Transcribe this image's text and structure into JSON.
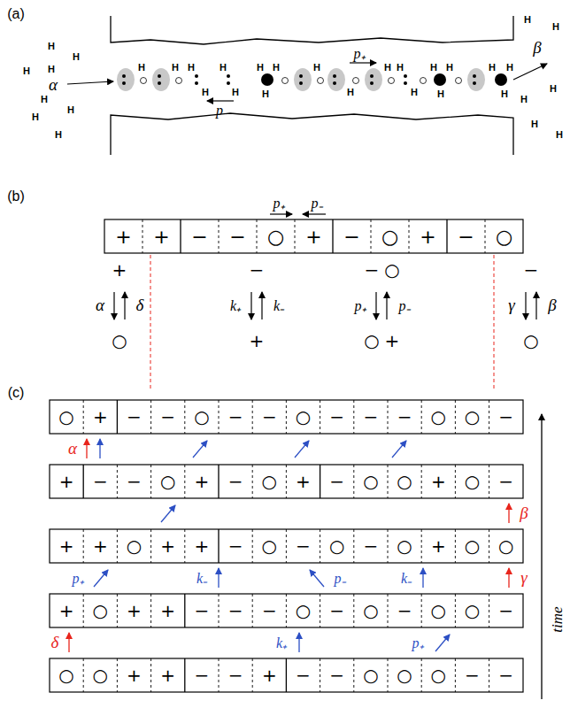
{
  "diagram": {
    "labels": [
      "(a)",
      "H",
      "H",
      "H",
      "H",
      "H",
      "H",
      "H",
      "H",
      "H",
      "H",
      "H",
      "H",
      "H",
      "H",
      "H",
      "H",
      "H",
      "H",
      "H",
      "H",
      "H",
      "H",
      "H",
      "H",
      "H",
      "H",
      "H",
      "H",
      "H",
      "H",
      "H",
      "H",
      "H",
      "H",
      "α",
      "β",
      "p₊",
      "p",
      "(b)",
      "+",
      "+",
      "−",
      "−",
      "○",
      "+",
      "−",
      "○",
      "+",
      "−",
      "○",
      "p₊",
      "p₋",
      "+",
      "α",
      "δ",
      "○",
      "−",
      "k₊",
      "k₋",
      "+",
      "−",
      "○",
      "p₊",
      "p₋",
      "○",
      "+",
      "−",
      "γ",
      "β",
      "○",
      "(c)",
      "○",
      "+",
      "−",
      "−",
      "○",
      "−",
      "−",
      "○",
      "−",
      "−",
      "−",
      "○",
      "○",
      "−",
      "+",
      "−",
      "−",
      "○",
      "+",
      "−",
      "○",
      "+",
      "−",
      "○",
      "○",
      "+",
      "○",
      "−",
      "+",
      "+",
      "○",
      "+",
      "+",
      "−",
      "○",
      "−",
      "○",
      "−",
      "○",
      "+",
      "○",
      "○",
      "+",
      "○",
      "+",
      "+",
      "−",
      "−",
      "−",
      "○",
      "−",
      "○",
      "−",
      "○",
      "○",
      "−",
      "○",
      "○",
      "+",
      "+",
      "−",
      "−",
      "+",
      "−",
      "−",
      "○",
      "○",
      "○",
      "−",
      "−",
      "α",
      "β",
      "p₊",
      "k₋",
      "p₋",
      "k₋",
      "γ",
      "δ",
      "k₊",
      "p₊",
      "time"
    ]
  }
}
